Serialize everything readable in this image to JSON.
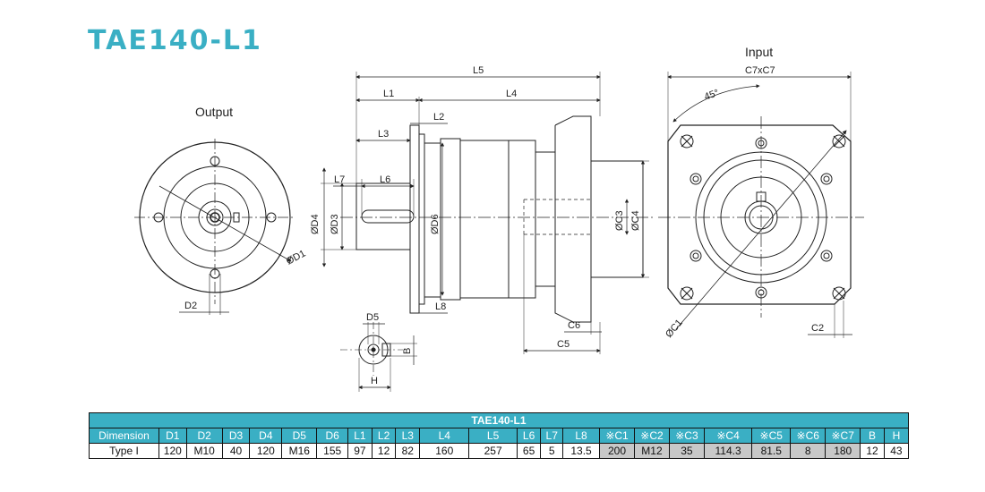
{
  "title": "TAE140-L1",
  "views": {
    "output_label": "Output",
    "input_label": "Input"
  },
  "dimension_labels": {
    "l5": "L5",
    "l1": "L1",
    "l4": "L4",
    "l2": "L2",
    "l3": "L3",
    "l7": "L7",
    "l6": "L6",
    "l8": "L8",
    "d4": "ØD4",
    "d3": "ØD3",
    "d6": "ØD6",
    "c3": "ØC3",
    "c4": "ØC4",
    "c6": "C6",
    "c5": "C5",
    "d1": "ØD1",
    "d2": "D2",
    "d5": "D5",
    "b": "B",
    "h": "H",
    "c7": "C7xC7",
    "angle": "45°",
    "c1": "ØC1",
    "c2": "C2"
  },
  "table": {
    "caption": "TAE140-L1",
    "headers": [
      "Dimension",
      "D1",
      "D2",
      "D3",
      "D4",
      "D5",
      "D6",
      "L1",
      "L2",
      "L3",
      "L4",
      "L5",
      "L6",
      "L7",
      "L8",
      "※C1",
      "※C2",
      "※C3",
      "※C4",
      "※C5",
      "※C6",
      "※C7",
      "B",
      "H"
    ],
    "row": [
      "Type I",
      "120",
      "M10",
      "40",
      "120",
      "M16",
      "155",
      "97",
      "12",
      "82",
      "160",
      "257",
      "65",
      "5",
      "13.5",
      "200",
      "M12",
      "35",
      "114.3",
      "81.5",
      "8",
      "180",
      "12",
      "43"
    ]
  },
  "colors": {
    "accent": "#3aafc4",
    "gray_cell": "#c8c8c8"
  }
}
